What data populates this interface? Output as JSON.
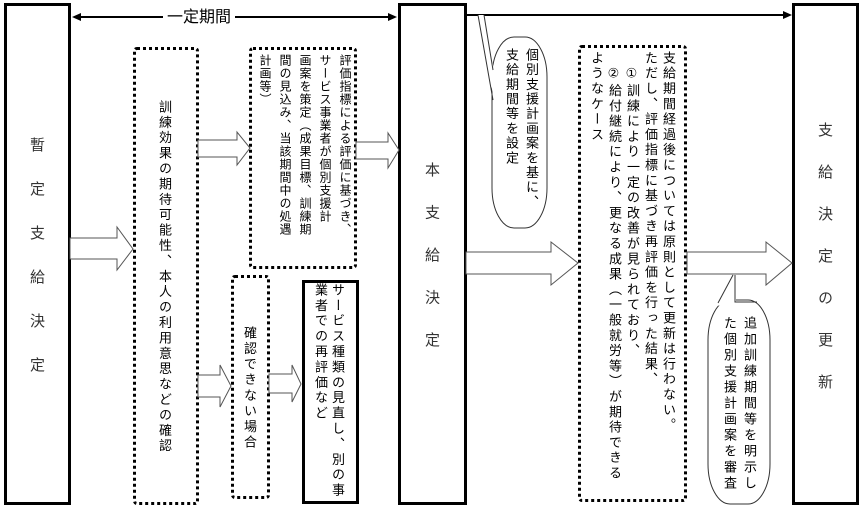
{
  "diagram": {
    "period_label": "一定期間",
    "boxes": {
      "provisional_decision": {
        "label": "暫定支給決定"
      },
      "confirmation": {
        "label": "訓練効果の期待可能性、本人の利用意思などの確認"
      },
      "plan_drafting": {
        "lines": [
          "評価指標による評価に基づき、",
          "サービス事業者が個別支援計",
          "画案を策定（成果目標、訓練期",
          "間の見込み、当該期間中の処遇",
          "計画等）"
        ]
      },
      "not_confirmed": {
        "label": "確認できない場合"
      },
      "review": {
        "lines": [
          "サービス種類の見直し、別の事",
          "業者での再評価など"
        ]
      },
      "final_decision": {
        "label": "本支給決定"
      },
      "post_period": {
        "lines": [
          "支給期間経過後については原則として更新は行わない。",
          "ただし、評価指標に基づき再評価を行った結果、",
          "　①訓練により一定の改善が見られており、",
          "　②給付継続により、更なる成果（一般就労等）が期待できる",
          "ようなケース"
        ]
      },
      "renewal": {
        "label": "支給決定の更新"
      }
    },
    "callouts": {
      "set_period": {
        "lines": [
          "個別支援計画案を基に、",
          "支給期間等を設定"
        ]
      },
      "review_plan": {
        "lines": [
          "追加訓練期間等を明示し",
          "た個別支援計画案を審査"
        ]
      }
    }
  }
}
